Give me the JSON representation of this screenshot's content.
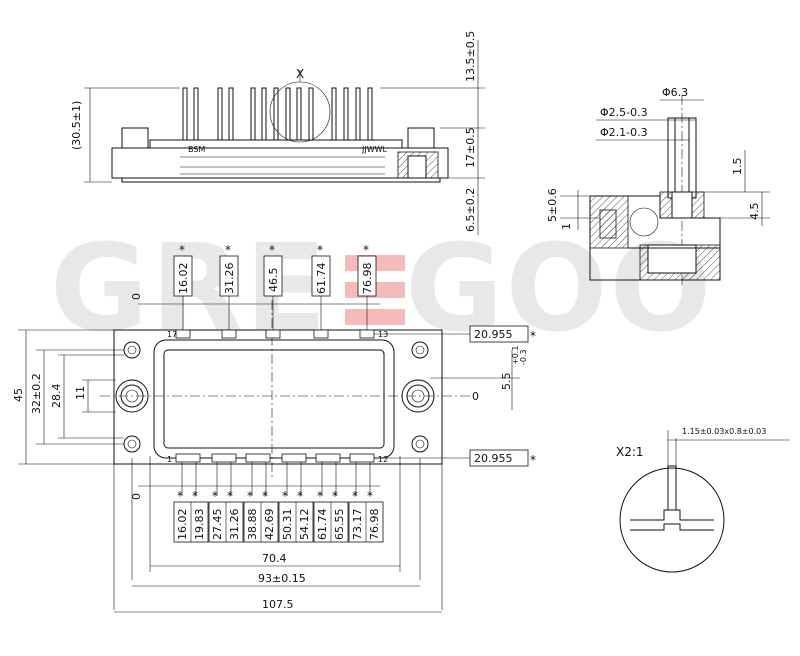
{
  "watermark": {
    "text": "GREEGOO",
    "accent": "#e23b3b"
  },
  "side_view": {
    "dim_total": "(30.5±1)",
    "dim_top": "13.5±0.5",
    "dim_mid": "17±0.5",
    "dim_base": "6.5±0.2",
    "marker": "X",
    "label_left": "BSM",
    "label_right": "JJWWL"
  },
  "section_view": {
    "phi_outer": "Φ6.3",
    "phi_mid": "Φ2.5-0.3",
    "phi_inner": "Φ2.1-0.3",
    "dim_15": "1.5",
    "dim_45": "4.5",
    "dim_5": "5±0.6",
    "dim_1": "1"
  },
  "top_view": {
    "top_labels": [
      "16.02",
      "31.26",
      "46.5",
      "61.74",
      "76.98"
    ],
    "bottom_labels": [
      "16.02",
      "19.83",
      "27.45",
      "31.26",
      "38.88",
      "42.69",
      "50.31",
      "54.12",
      "61.74",
      "65.55",
      "73.17",
      "76.98"
    ],
    "star": "*",
    "zero_top": "0",
    "zero_bottom": "0",
    "zero_right": "0",
    "right_top": "20.955",
    "right_bottom": "20.955",
    "dim_45": "45",
    "dim_32": "32±0.2",
    "dim_284": "28.4",
    "dim_11": "11",
    "dim_55": "5.5",
    "dim_55_tol": "+0.1\n-0.3",
    "dim_704": "70.4",
    "dim_93": "93±0.15",
    "dim_1075": "107.5",
    "pin_17": "17",
    "pin_13": "13",
    "pin_1": "1",
    "pin_12": "12"
  },
  "detail_view": {
    "scale": "X2:1",
    "pin_dim": "1.15±0.03x0.8±0.03"
  }
}
